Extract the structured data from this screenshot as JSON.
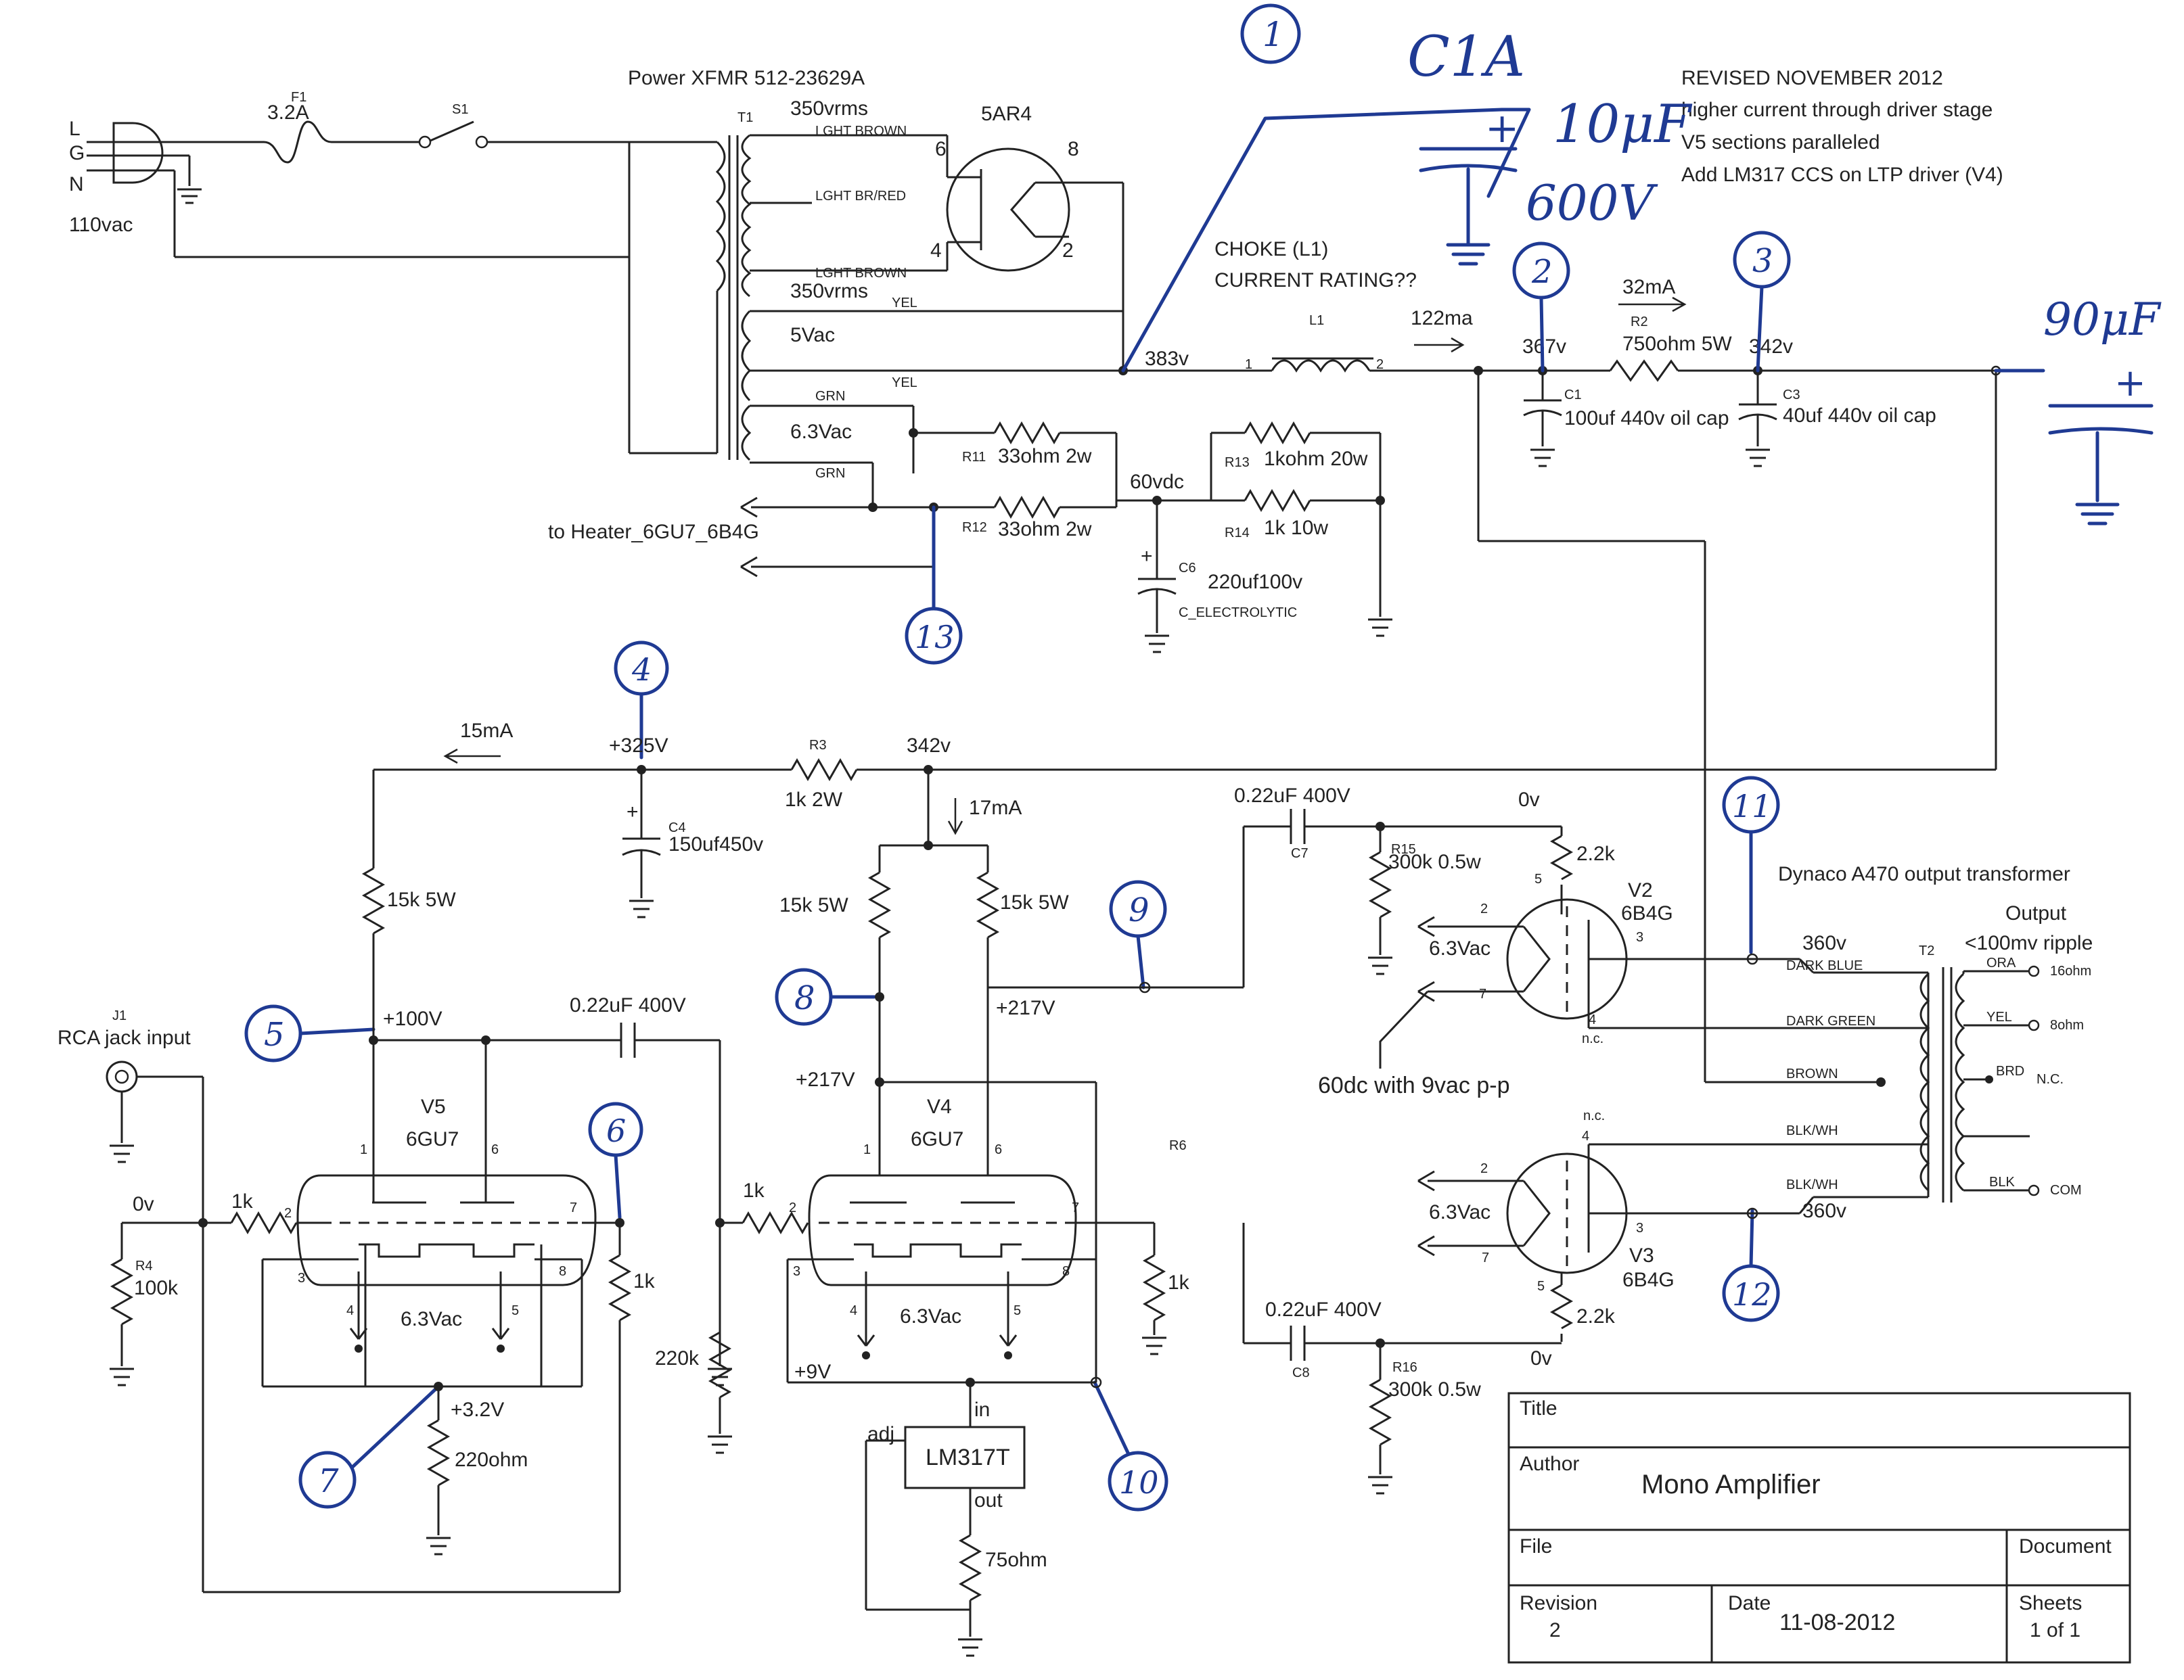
{
  "colors": {
    "ink": "#222222",
    "handwriting": "#1f3a93",
    "paper": "#ffffff"
  },
  "power": {
    "mains": {
      "l": "L",
      "g": "G",
      "n": "N",
      "voltage": "110vac"
    },
    "fuse": {
      "ref": "F1",
      "value": "3.2A"
    },
    "switch": {
      "ref": "S1"
    },
    "transformer": {
      "title": "Power XFMR 512-23629A",
      "ref": "T1",
      "hv1": "350vrms",
      "hv2": "350vrms",
      "fil5": "5Vac",
      "fil63": "6.3Vac",
      "lbl_lb1": "LGHT BROWN",
      "lbl_lbr": "LGHT BR/RED",
      "lbl_lb2": "LGHT BROWN",
      "lbl_yel1": "YEL",
      "lbl_yel2": "YEL",
      "lbl_grn1": "GRN",
      "lbl_grn2": "GRN"
    },
    "rectifier": {
      "type": "5AR4",
      "p6": "6",
      "p8": "8",
      "p4": "4",
      "p2": "2"
    },
    "choke": {
      "title": "CHOKE (L1)",
      "note": "CURRENT RATING??",
      "ref": "L1",
      "p1": "1",
      "p2": "2",
      "current": "122ma"
    },
    "node_383": "383v",
    "node_367": "367v",
    "node_342": "342v",
    "r2": {
      "ref": "R2",
      "value": "750ohm 5W",
      "current": "32mA"
    },
    "c1": {
      "ref": "C1",
      "value": "100uf 440v oil cap"
    },
    "c3": {
      "ref": "C3",
      "value": "40uf 440v oil cap"
    },
    "heater_label": "to Heater_6GU7_6B4G",
    "r11": {
      "ref": "R11",
      "value": "33ohm 2w"
    },
    "r12": {
      "ref": "R12",
      "value": "33ohm 2w"
    },
    "r13": {
      "ref": "R13",
      "value": "1kohm 20w"
    },
    "r14": {
      "ref": "R14",
      "value": "1k 10w"
    },
    "node_60": "60vdc",
    "c6": {
      "ref": "C6",
      "value": "220uf100v",
      "type": "C_ELECTROLYTIC"
    }
  },
  "revision_notes": [
    "REVISED NOVEMBER 2012",
    "higher current through driver stage",
    "V5 sections paralleled",
    "Add LM317 CCS on LTP driver (V4)"
  ],
  "handwritten": {
    "c1a": "C1A",
    "c1a_value": "10μF",
    "c1a_voltage": "600V",
    "plus": "+",
    "cap90": "90μF",
    "markers": [
      "1",
      "2",
      "3",
      "4",
      "5",
      "6",
      "7",
      "8",
      "9",
      "10",
      "11",
      "12",
      "13"
    ]
  },
  "driver": {
    "node_325": "+325V",
    "node_342": "342v",
    "current_15": "15mA",
    "current_17": "17mA",
    "r3": {
      "ref": "R3",
      "value": "1k 2W"
    },
    "c4": {
      "ref": "C4",
      "value": "150uf450v"
    },
    "r_v5": "15k 5W",
    "r_v4a": "15k 5W",
    "r_v4b": "15k 5W",
    "node_100": "+100V",
    "node_217a": "+217V",
    "node_217b": "+217V",
    "coupling": "0.22uF 400V",
    "jack": {
      "ref": "J1",
      "label": "RCA jack input"
    },
    "r4": {
      "ref": "R4",
      "value": "100k"
    },
    "zero": "0v",
    "grid_r": "1k",
    "grid_r2": "1k",
    "cath_r": "1k",
    "r_220k": "220k",
    "r_1k_v4": "1k",
    "v5": {
      "ref": "V5",
      "type": "6GU7",
      "heater": "6.3Vac",
      "p1": "1",
      "p2": "2",
      "p3": "3",
      "p4": "4",
      "p5": "5",
      "p6": "6",
      "p7": "7",
      "p8": "8"
    },
    "v4": {
      "ref": "V4",
      "type": "6GU7",
      "heater": "6.3Vac",
      "p1": "1",
      "p2": "2",
      "p3": "3",
      "p4": "4",
      "p5": "5",
      "p6": "6",
      "p7": "7",
      "p8": "8"
    },
    "r6": "R6",
    "node_32": "+3.2V",
    "r_220ohm": "220ohm",
    "node_9": "+9V",
    "lm317": {
      "label": "LM317T",
      "in": "in",
      "adj": "adj",
      "out": "out",
      "r": "75ohm"
    }
  },
  "output": {
    "c7": {
      "ref": "C7",
      "value": "0.22uF 400V"
    },
    "c8": {
      "ref": "C8",
      "value": "0.22uF 400V"
    },
    "r15": {
      "ref": "R15",
      "value": "300k 0.5w"
    },
    "r16": {
      "ref": "R16",
      "value": "300k 0.5w"
    },
    "zero1": "0v",
    "zero2": "0v",
    "r_2k2a": "2.2k",
    "r_2k2b": "2.2k",
    "v2": {
      "ref": "V2",
      "type": "6B4G",
      "heater": "6.3Vac",
      "p2": "2",
      "p3": "3",
      "p4": "4",
      "p5": "5",
      "p7": "7",
      "nc": "n.c."
    },
    "v3": {
      "ref": "V3",
      "type": "6B4G",
      "heater": "6.3Vac",
      "p2": "2",
      "p3": "3",
      "p4": "4",
      "p5": "5",
      "p7": "7",
      "nc": "n.c."
    },
    "heater_note": "60dc with 9vac p-p",
    "transformer": {
      "title": "Dynaco A470 output transformer",
      "ref": "T2",
      "output": "Output",
      "ripple": "<100mv ripple",
      "v360a": "360v",
      "v360b": "360v",
      "dark_blue": "DARK BLUE",
      "dark_green": "DARK GREEN",
      "brown": "BROWN",
      "blkwh1": "BLK/WH",
      "blkwh2": "BLK/WH",
      "ora": "ORA",
      "yel": "YEL",
      "brd": "BRD",
      "blk": "BLK",
      "o16": "16ohm",
      "o8": "8ohm",
      "nc": "N.C.",
      "com": "COM"
    }
  },
  "title_block": {
    "title_label": "Title",
    "author_label": "Author",
    "author_value": "Mono Amplifier",
    "file_label": "File",
    "document_label": "Document",
    "revision_label": "Revision",
    "revision_value": "2",
    "date_label": "Date",
    "date_value": "11-08-2012",
    "sheets_label": "Sheets",
    "sheets_value": "1 of 1"
  }
}
